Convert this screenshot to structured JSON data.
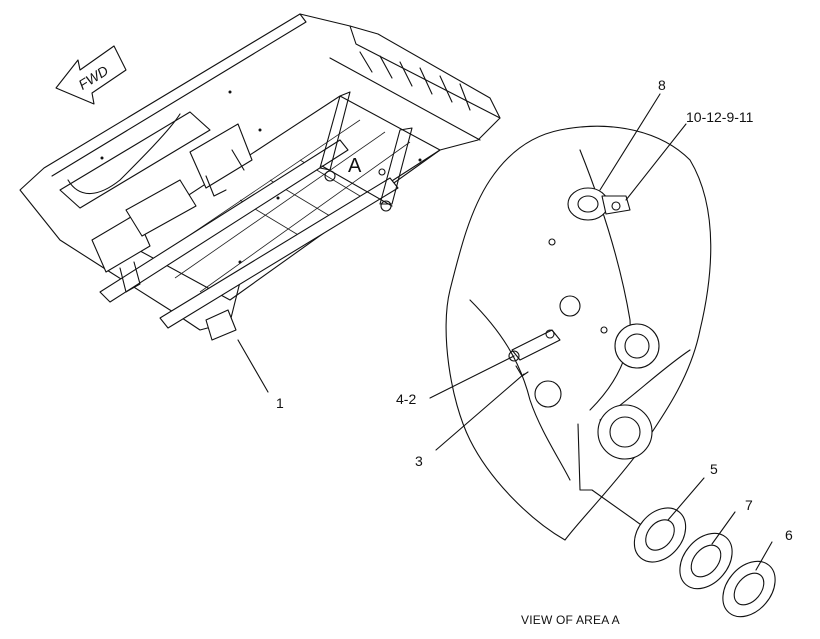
{
  "diagram": {
    "fwd_label": "FWD",
    "area_label": "A",
    "caption": "VIEW OF AREA A",
    "callouts": {
      "c1": "1",
      "c3": "3",
      "c4_2": "4-2",
      "c5": "5",
      "c6": "6",
      "c7": "7",
      "c8": "8",
      "c10_12_9_11": "10-12-9-11"
    }
  }
}
